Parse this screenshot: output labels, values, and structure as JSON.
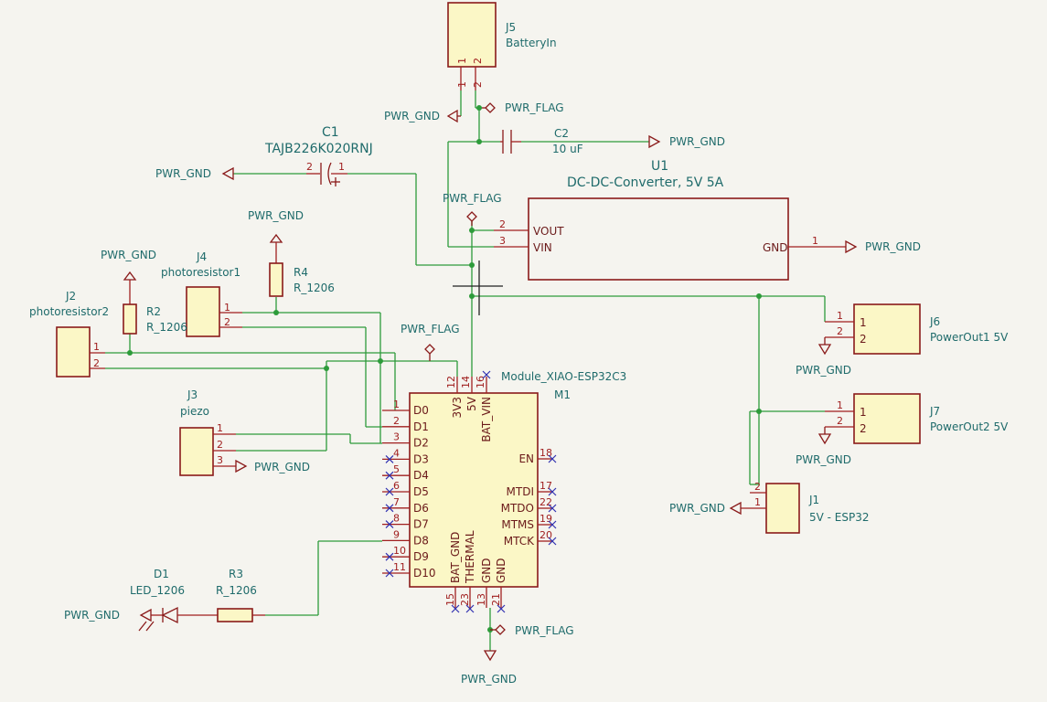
{
  "power_gnd": "PWR_GND",
  "power_flag": "PWR_FLAG",
  "components": {
    "J5": {
      "ref": "J5",
      "value": "BatteryIn",
      "pins": [
        "1",
        "2"
      ]
    },
    "C1": {
      "ref": "C1",
      "value": "TAJB226K020RNJ",
      "pins": [
        "2",
        "1"
      ]
    },
    "C2": {
      "ref": "C2",
      "value": "10 uF"
    },
    "U1": {
      "ref": "U1",
      "value": "DC-DC-Converter, 5V 5A",
      "pins": {
        "vout": "VOUT",
        "vin": "VIN",
        "gnd": "GND"
      },
      "pin_numbers": {
        "vout": "2",
        "vin": "3",
        "gnd": "1"
      }
    },
    "R4": {
      "ref": "R4",
      "value": "R_1206"
    },
    "J4": {
      "ref": "J4",
      "value": "photoresistor1",
      "pins": [
        "1",
        "2"
      ]
    },
    "R2": {
      "ref": "R2",
      "value": "R_1206"
    },
    "J2": {
      "ref": "J2",
      "value": "photoresistor2",
      "pins": [
        "1",
        "2"
      ]
    },
    "J3": {
      "ref": "J3",
      "value": "piezo",
      "pins": [
        "1",
        "2",
        "3"
      ]
    },
    "M1": {
      "ref": "M1",
      "value": "Module_XIAO-ESP32C3",
      "left_pins": [
        {
          "num": "1",
          "name": "D0"
        },
        {
          "num": "2",
          "name": "D1"
        },
        {
          "num": "3",
          "name": "D2"
        },
        {
          "num": "4",
          "name": "D3"
        },
        {
          "num": "5",
          "name": "D4"
        },
        {
          "num": "6",
          "name": "D5"
        },
        {
          "num": "7",
          "name": "D6"
        },
        {
          "num": "8",
          "name": "D7"
        },
        {
          "num": "9",
          "name": "D8"
        },
        {
          "num": "10",
          "name": "D9"
        },
        {
          "num": "11",
          "name": "D10"
        }
      ],
      "top_pins": [
        {
          "num": "12",
          "name": "3V3"
        },
        {
          "num": "14",
          "name": "5V"
        },
        {
          "num": "16",
          "name": "BAT_VIN"
        }
      ],
      "right_pins": [
        {
          "num": "18",
          "name": "EN"
        },
        {
          "num": "17",
          "name": "MTDI"
        },
        {
          "num": "22",
          "name": "MTDO"
        },
        {
          "num": "19",
          "name": "MTMS"
        },
        {
          "num": "20",
          "name": "MTCK"
        }
      ],
      "bottom_pins": [
        {
          "num": "15",
          "name": "BAT_GND"
        },
        {
          "num": "23",
          "name": "THERMAL"
        },
        {
          "num": "13",
          "name": "GND"
        },
        {
          "num": "21",
          "name": "GND"
        }
      ]
    },
    "J6": {
      "ref": "J6",
      "value": "PowerOut1 5V",
      "pins": [
        "1",
        "2"
      ]
    },
    "J7": {
      "ref": "J7",
      "value": "PowerOut2 5V",
      "pins": [
        "1",
        "2"
      ]
    },
    "J1": {
      "ref": "J1",
      "value": "5V - ESP32",
      "pins": [
        "2",
        "1"
      ]
    },
    "D1": {
      "ref": "D1",
      "value": "LED_1206"
    },
    "R3": {
      "ref": "R3",
      "value": "R_1206"
    }
  }
}
